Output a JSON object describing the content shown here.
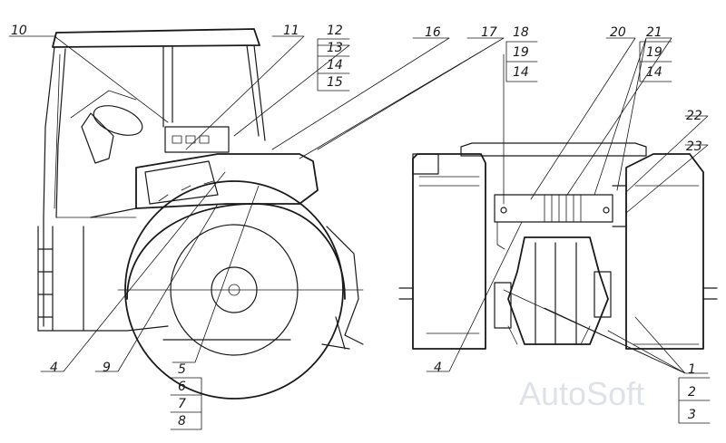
{
  "callouts": {
    "c1": "1",
    "c2": "2",
    "c3": "3",
    "c4a": "4",
    "c4b": "4",
    "c5": "5",
    "c6": "6",
    "c7": "7",
    "c8": "8",
    "c9": "9",
    "c10": "10",
    "c11": "11",
    "c12": "12",
    "c13": "13",
    "c14a": "14",
    "c15": "15",
    "c16": "16",
    "c17": "17",
    "c18": "18",
    "c19a": "19",
    "c14b": "14",
    "c20": "20",
    "c21": "21",
    "c19b": "19",
    "c14c": "14",
    "c22": "22",
    "c23": "23"
  },
  "watermark": "AutoSoft",
  "colors": {
    "ink": "#1a1a1a",
    "watermark": "#dfe3e8",
    "background": "#ffffff"
  }
}
